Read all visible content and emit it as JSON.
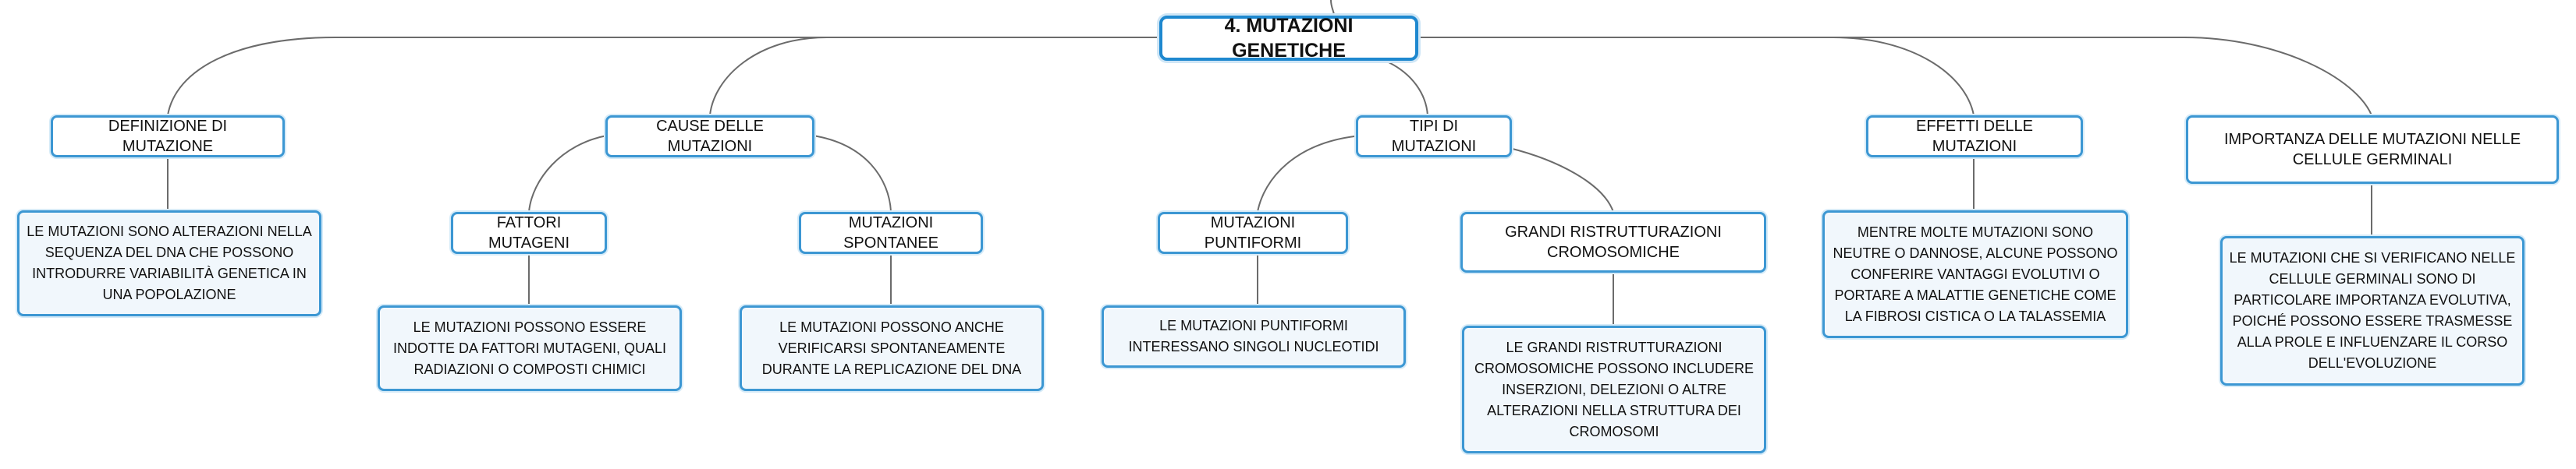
{
  "central": {
    "label": "4. MUTAZIONI GENETICHE"
  },
  "topics": {
    "definizione": {
      "label": "DEFINIZIONE DI MUTAZIONE"
    },
    "cause": {
      "label": "CAUSE DELLE MUTAZIONI"
    },
    "tipi": {
      "label": "TIPI DI MUTAZIONI"
    },
    "effetti": {
      "label": "EFFETTI DELLE MUTAZIONI"
    },
    "importanza": {
      "label": "IMPORTANZA DELLE MUTAZIONI NELLE CELLULE GERMINALI"
    }
  },
  "subtopics": {
    "fattori": {
      "label": "FATTORI MUTAGENI"
    },
    "spontanee": {
      "label": "MUTAZIONI SPONTANEE"
    },
    "puntiformi": {
      "label": "MUTAZIONI PUNTIFORMI"
    },
    "ristrutturazioni": {
      "label": "GRANDI RISTRUTTURAZIONI CROMOSOMICHE"
    }
  },
  "notes": {
    "definizione": "LE MUTAZIONI SONO ALTERAZIONI NELLA SEQUENZA DEL DNA CHE POSSONO INTRODURRE VARIABILITÀ GENETICA IN UNA POPOLAZIONE",
    "fattori": "LE MUTAZIONI POSSONO ESSERE INDOTTE DA FATTORI MUTAGENI, QUALI RADIAZIONI O COMPOSTI CHIMICI",
    "spontanee": "LE MUTAZIONI POSSONO ANCHE VERIFICARSI SPONTANEAMENTE DURANTE LA REPLICAZIONE DEL DNA",
    "puntiformi": "LE MUTAZIONI PUNTIFORMI INTERESSANO SINGOLI NUCLEOTIDI",
    "ristrutturazioni": "LE GRANDI RISTRUTTURAZIONI CROMOSOMICHE POSSONO INCLUDERE INSERZIONI, DELEZIONI O ALTRE ALTERAZIONI NELLA STRUTTURA DEI CROMOSOMI",
    "effetti": "MENTRE MOLTE MUTAZIONI SONO NEUTRE O DANNOSE, ALCUNE POSSONO CONFERIRE VANTAGGI EVOLUTIVI O PORTARE A MALATTIE GENETICHE COME LA FIBROSI CISTICA O LA TALASSEMIA",
    "importanza": "LE MUTAZIONI CHE SI VERIFICANO NELLE CELLULE GERMINALI SONO DI PARTICOLARE IMPORTANZA EVOLUTIVA, POICHÉ POSSONO ESSERE TRASMESSE ALLA PROLE E INFLUENZARE IL CORSO DELL'EVOLUZIONE"
  },
  "colors": {
    "border": "#3c97d3",
    "note_fill": "#f1f7fc",
    "connector": "#6b6b6b"
  }
}
